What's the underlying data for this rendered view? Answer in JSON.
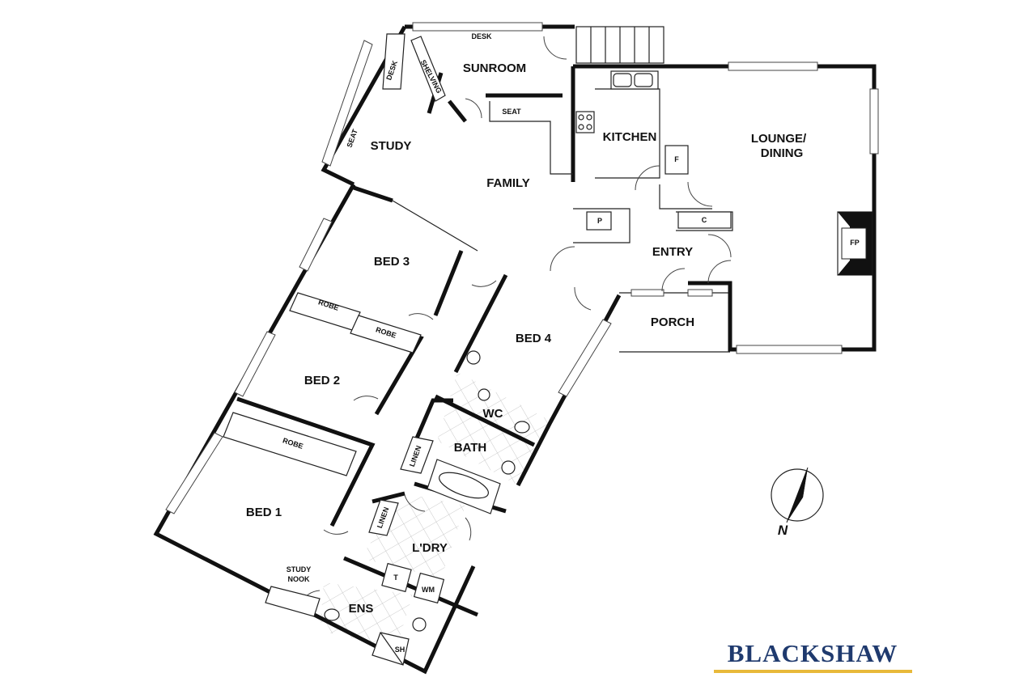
{
  "rooms": {
    "sunroom": "SUNROOM",
    "study": "STUDY",
    "family": "FAMILY",
    "kitchen": "KITCHEN",
    "lounge_line1": "LOUNGE/",
    "lounge_line2": "DINING",
    "entry": "ENTRY",
    "porch": "PORCH",
    "bed3": "BED 3",
    "bed2": "BED 2",
    "bed1": "BED 1",
    "bed4": "BED 4",
    "wc": "WC",
    "bath": "BATH",
    "laundry": "L'DRY",
    "ensuite": "ENS"
  },
  "fixtures": {
    "desk_top": "DESK",
    "desk_side": "DESK",
    "shelving": "SHELVING",
    "seat_study": "SEAT",
    "seat_family": "SEAT",
    "fridge": "F",
    "pantry": "P",
    "cupboard": "C",
    "fireplace": "FP",
    "robe_bed3": "ROBE",
    "robe_bed2": "ROBE",
    "robe_bed1": "ROBE",
    "linen_bath": "LINEN",
    "linen_laundry": "LINEN",
    "study_nook_line1": "STUDY",
    "study_nook_line2": "NOOK",
    "tub": "T",
    "washing_machine": "WM",
    "shower": "SH"
  },
  "compass": {
    "north_label": "N"
  },
  "brand": {
    "name": "BLACKSHAW",
    "text_color": "#1f3a6e",
    "bar_color": "#e8b93a"
  }
}
